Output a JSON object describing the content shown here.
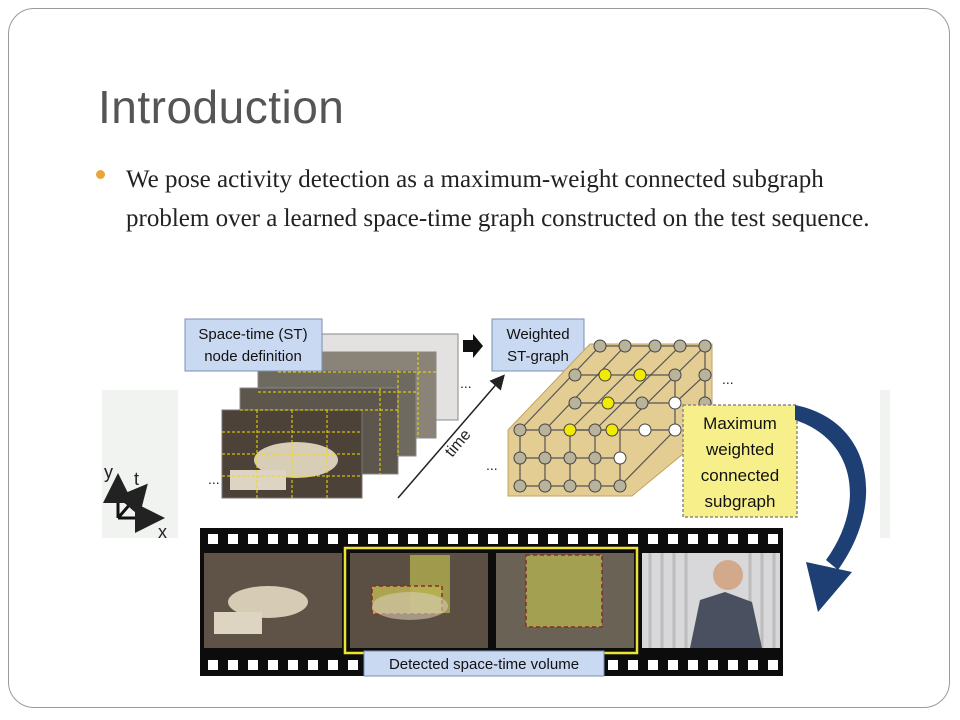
{
  "slide": {
    "title": "Introduction",
    "bullet": "We pose activity detection as a maximum-weight connected subgraph problem over a learned space-time graph constructed on the test sequence."
  },
  "figure": {
    "st_node_label": [
      "Space-time (ST)",
      "node definition"
    ],
    "weighted_graph_label": [
      "Weighted",
      "ST-graph"
    ],
    "subgraph_label": [
      "Maximum",
      "weighted",
      "connected",
      "subgraph"
    ],
    "time_label": "time",
    "ellipsis": "...",
    "axes": {
      "y": "y",
      "t": "t",
      "x": "x"
    },
    "detected_label": "Detected space-time volume"
  },
  "colors": {
    "title": "#555555",
    "bullet_dot": "#e8a53c",
    "label_box_fill": "#c9d9f2",
    "subgraph_box_fill": "#f7f08a",
    "node_highlight": "#f2ea00",
    "arrow_navy": "#1e3f73"
  }
}
